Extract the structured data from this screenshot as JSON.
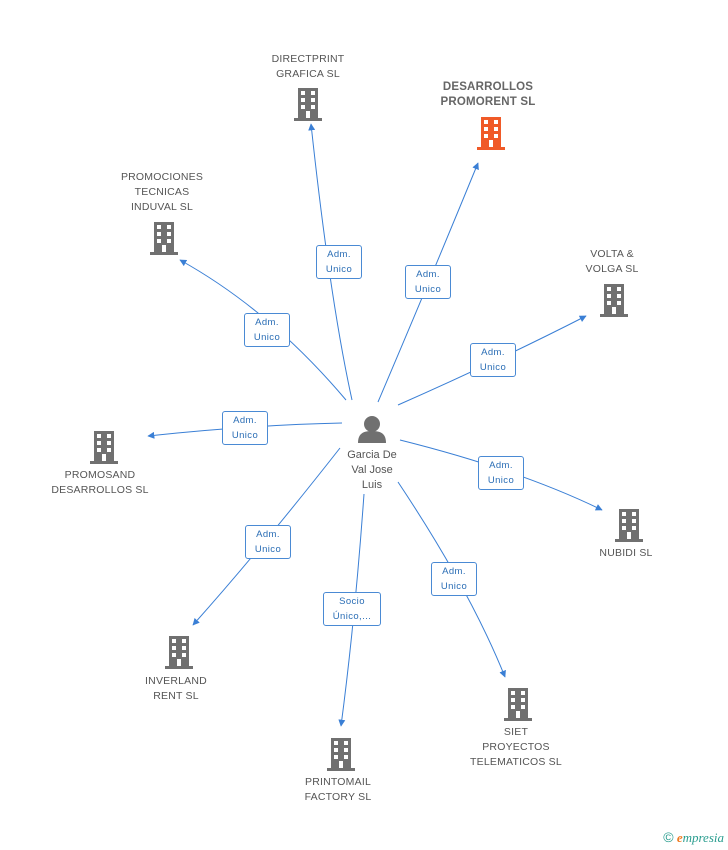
{
  "colors": {
    "edge": "#3a7fd5",
    "building": "#707070",
    "highlight": "#f05a28",
    "person": "#707070"
  },
  "center": {
    "name": "Garcia De\nVal Jose\nLuis",
    "icon": "person-icon"
  },
  "companies": [
    {
      "id": "directprint",
      "name": "DIRECTPRINT\nGRAFICA SL",
      "highlight": false,
      "relation": "Adm.\nUnico"
    },
    {
      "id": "desarrollos-promorent",
      "name": "DESARROLLOS\nPROMORENT SL",
      "highlight": true,
      "relation": "Adm.\nUnico"
    },
    {
      "id": "promociones-tecnicas",
      "name": "PROMOCIONES\nTECNICAS\nINDUVAL SL",
      "highlight": false,
      "relation": "Adm.\nUnico"
    },
    {
      "id": "volta-volga",
      "name": "VOLTA &\nVOLGA SL",
      "highlight": false,
      "relation": "Adm.\nUnico"
    },
    {
      "id": "promosand",
      "name": "PROMOSAND\nDESARROLLOS SL",
      "highlight": false,
      "relation": "Adm.\nUnico"
    },
    {
      "id": "nubidi",
      "name": "NUBIDI SL",
      "highlight": false,
      "relation": "Adm.\nUnico"
    },
    {
      "id": "inverland",
      "name": "INVERLAND\nRENT SL",
      "highlight": false,
      "relation": "Adm.\nUnico"
    },
    {
      "id": "siet",
      "name": "SIET\nPROYECTOS\nTELEMATICOS SL",
      "highlight": false,
      "relation": "Adm.\nUnico"
    },
    {
      "id": "printomail",
      "name": "PRINTOMAIL\nFACTORY  SL",
      "highlight": false,
      "relation": "Socio\nÚnico,..."
    }
  ],
  "brand": {
    "copyright": "©",
    "initial": "e",
    "rest": "mpresia"
  }
}
